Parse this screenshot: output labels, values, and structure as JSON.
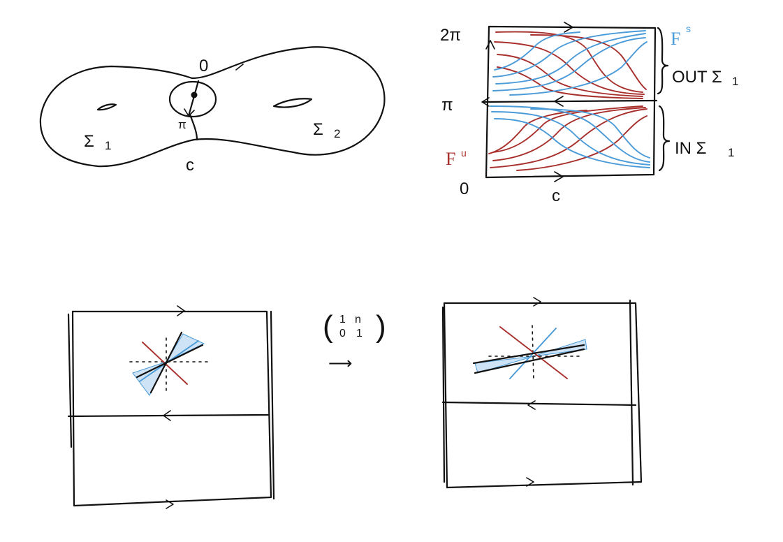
{
  "surface": {
    "labels": {
      "sigma1": "Σ",
      "sigma1_sub": "1",
      "sigma2": "Σ",
      "sigma2_sub": "2",
      "top_point": "0",
      "bottom_point": "π",
      "curve": "c"
    }
  },
  "annulus": {
    "y_top": "2π",
    "y_mid": "π",
    "y_bottom": "0",
    "x_label": "c",
    "stable": "F",
    "stable_sup": "s",
    "unstable": "F",
    "unstable_sup": "u",
    "out_label": "OUT Σ",
    "out_sub": "1",
    "in_label": "IN Σ",
    "in_sub": "1"
  },
  "map": {
    "matrix": [
      "1",
      "n",
      "0",
      "1"
    ],
    "arrow": "⟶"
  },
  "colors": {
    "red": "#a8302c",
    "blue": "#4a9bd8",
    "ink": "#111111",
    "shade": "#cfe3f6"
  }
}
